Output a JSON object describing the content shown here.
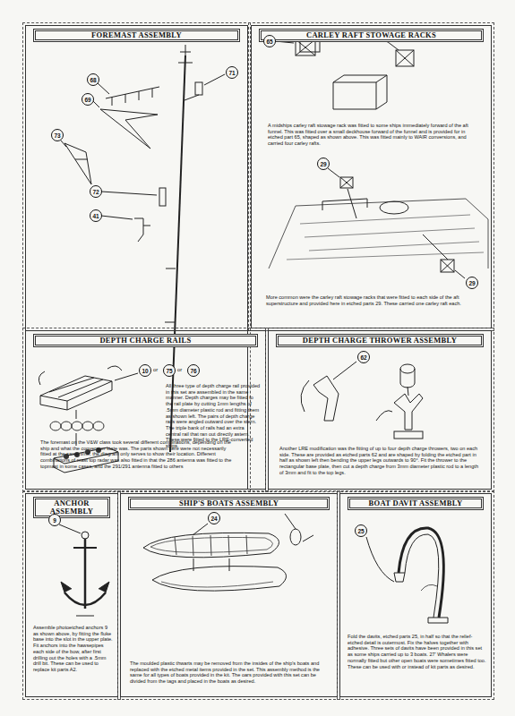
{
  "diagram": {
    "nodes": [
      {
        "text": [
          "FOREMAST ASSEMBLY",
          "The foremast on the V&W class took several different combinations, depending on the ship and what the conversion state was. The parts shown here were not necessarily fitted at the same time, the diagram only serves to show their location. Different combinations of mast top radar was also fitted in that the 286 antenna was fitted to the topmast in some cases, and the 291/291 antenna fitted to others"
        ]
      },
      {
        "text": [
          "71"
        ],
        "in": 0
      },
      {
        "text": [
          "68"
        ],
        "in": 0
      },
      {
        "text": [
          "69"
        ],
        "in": 0
      },
      {
        "text": [
          "73"
        ],
        "in": 0
      },
      {
        "text": [
          "72"
        ],
        "in": 0
      },
      {
        "text": [
          "41"
        ],
        "in": 0
      },
      {
        "text": [
          "CARLEY RAFT STOWAGE RACKS",
          "A midships carley raft stowage rack was fitted to some ships immediately forward of the aft funnel. This was fitted over a small deckhouse forward of the funnel and is provided for in etched part 65, shaped as shown above. This was fitted mainly to WAIR conversions, and carried four carley rafts.",
          "More common were the carley raft stowage racks that were fitted to each side of the aft superstructure and provided here in etched parts 29. These carried one carley raft each."
        ]
      },
      {
        "text": [
          "65"
        ],
        "in": 7
      },
      {
        "text": [
          "29"
        ],
        "in": 7
      },
      {
        "text": [
          "29"
        ],
        "in": 7
      },
      {
        "text": [
          "DEPTH CHARGE RAILS",
          "All three type of depth charge rail provided in this set are assembled in the same manner. Depth charges may be fitted to the rail plate by cutting 1mm lengths of .5mm diameter plastic rod and fitting them as shown left. The pairs of depth charge rails were angled outward over the stern. The triple bank of rails had an extra central rail that ran out directly astern. These were fitted to the LRE-converted ships."
        ]
      },
      {
        "text": [
          "10"
        ],
        "in": 11
      },
      {
        "text": [
          "75"
        ],
        "in": 11
      },
      {
        "text": [
          "76"
        ],
        "in": 11
      },
      {
        "text": [
          "DEPTH CHARGE THROWER ASSEMBLY",
          "Another LRE modification was the fitting of up to four depth charge throwers, two on each side. These are provided as etched parts 62 and are shaped by folding the etched part in half as shown left then bending the upper legs outwards to 90°. Fit the thrower to the rectangular base plate, then cut a depth charge from 3mm diameter plastic rod to a length of 3mm and fit to the top legs."
        ]
      },
      {
        "text": [
          "62"
        ],
        "in": 15
      },
      {
        "text": [
          "ANCHOR ASSEMBLY",
          "Assemble photoetched anchors 9 as shown above, by fitting the fluke base into the slot in the upper plate. Fit anchors into the hawsepipes each side of the bow, after first drilling out the holes with a .5mm drill bit. These can be used to replace kit parts A2."
        ]
      },
      {
        "text": [
          "9"
        ],
        "in": 17
      },
      {
        "text": [
          "SHIP'S BOATS ASSEMBLY",
          "The moulded plastic thwarts may be removed from the insides of the ship's boats and replaced with the etched metal items provided in the set. This assembly method is the same for all types of boats provided in the kit. The oars provided with this set can be divided from the tags and placed in the boats as desired."
        ]
      },
      {
        "text": [
          "24"
        ],
        "in": 19
      },
      {
        "text": [
          "BOAT DAVIT ASSEMBLY",
          "Fold the davits, etched parts 25, in half so that the relief-etched detail is outermost. Fix the halves together with adhesive. Three sets of davits have been provided in this set as some ships carried up to 3 boats. 27' Whalers were normally fitted but other open boats were sometimes fitted too. These can be used with or instead of kit parts as desired."
        ]
      },
      {
        "text": [
          "25"
        ],
        "in": 21
      }
    ],
    "edges": [],
    "labels": [
      "or",
      "or"
    ]
  }
}
